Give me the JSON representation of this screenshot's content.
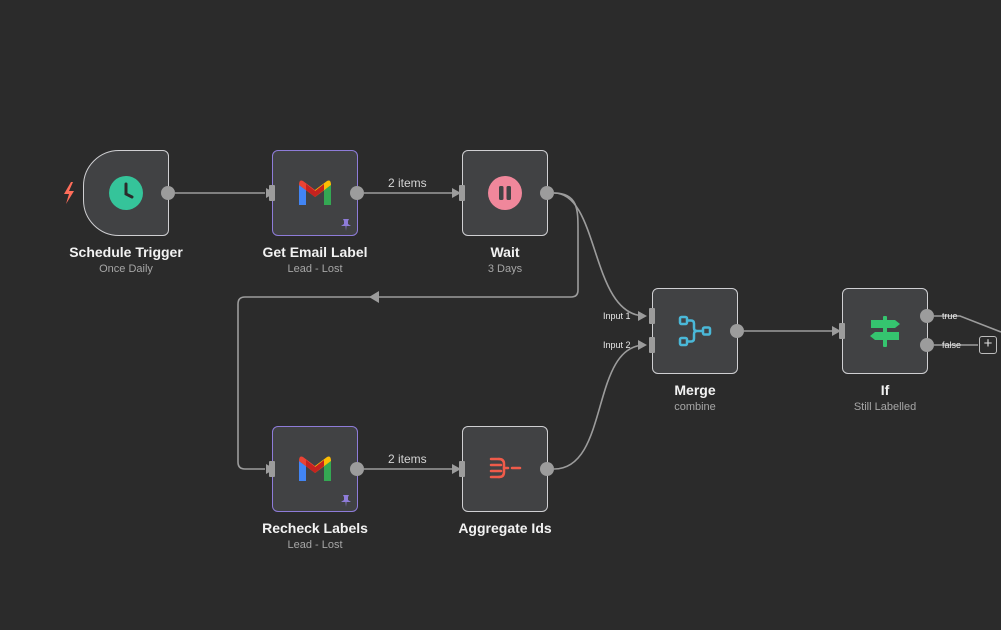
{
  "nodes": {
    "schedule": {
      "title": "Schedule Trigger",
      "subtitle": "Once Daily"
    },
    "get_email_label": {
      "title": "Get Email Label",
      "subtitle": "Lead - Lost"
    },
    "wait": {
      "title": "Wait",
      "subtitle": "3 Days"
    },
    "merge": {
      "title": "Merge",
      "subtitle": "combine"
    },
    "if": {
      "title": "If",
      "subtitle": "Still Labelled"
    },
    "recheck_labels": {
      "title": "Recheck Labels",
      "subtitle": "Lead - Lost"
    },
    "aggregate_ids": {
      "title": "Aggregate Ids",
      "subtitle": ""
    }
  },
  "edges": {
    "get_to_wait_label": "2 items",
    "recheck_to_aggregate_label": "2 items"
  },
  "ports": {
    "merge_input1": "Input 1",
    "merge_input2": "Input 2",
    "if_true": "true",
    "if_false": "false"
  },
  "buttons": {
    "add_node": "+"
  },
  "icons": {
    "schedule": "clock-icon",
    "gmail": "gmail-icon",
    "wait": "pause-icon",
    "merge": "merge-icon",
    "if": "signpost-icon",
    "aggregate": "aggregate-icon",
    "trigger": "lightning-icon",
    "pin": "pin-icon"
  },
  "colors": {
    "background": "#2b2b2b",
    "node_fill": "#414244",
    "node_border": "#cfcfd2",
    "pinned_border": "#8e7cd9",
    "connection": "#9c9c9c",
    "clock": "#35c49a",
    "wait": "#f0879b",
    "merge": "#4ab8d8",
    "if": "#35c46f",
    "aggregate": "#ef5b4a",
    "trigger": "#ff6d5a"
  }
}
